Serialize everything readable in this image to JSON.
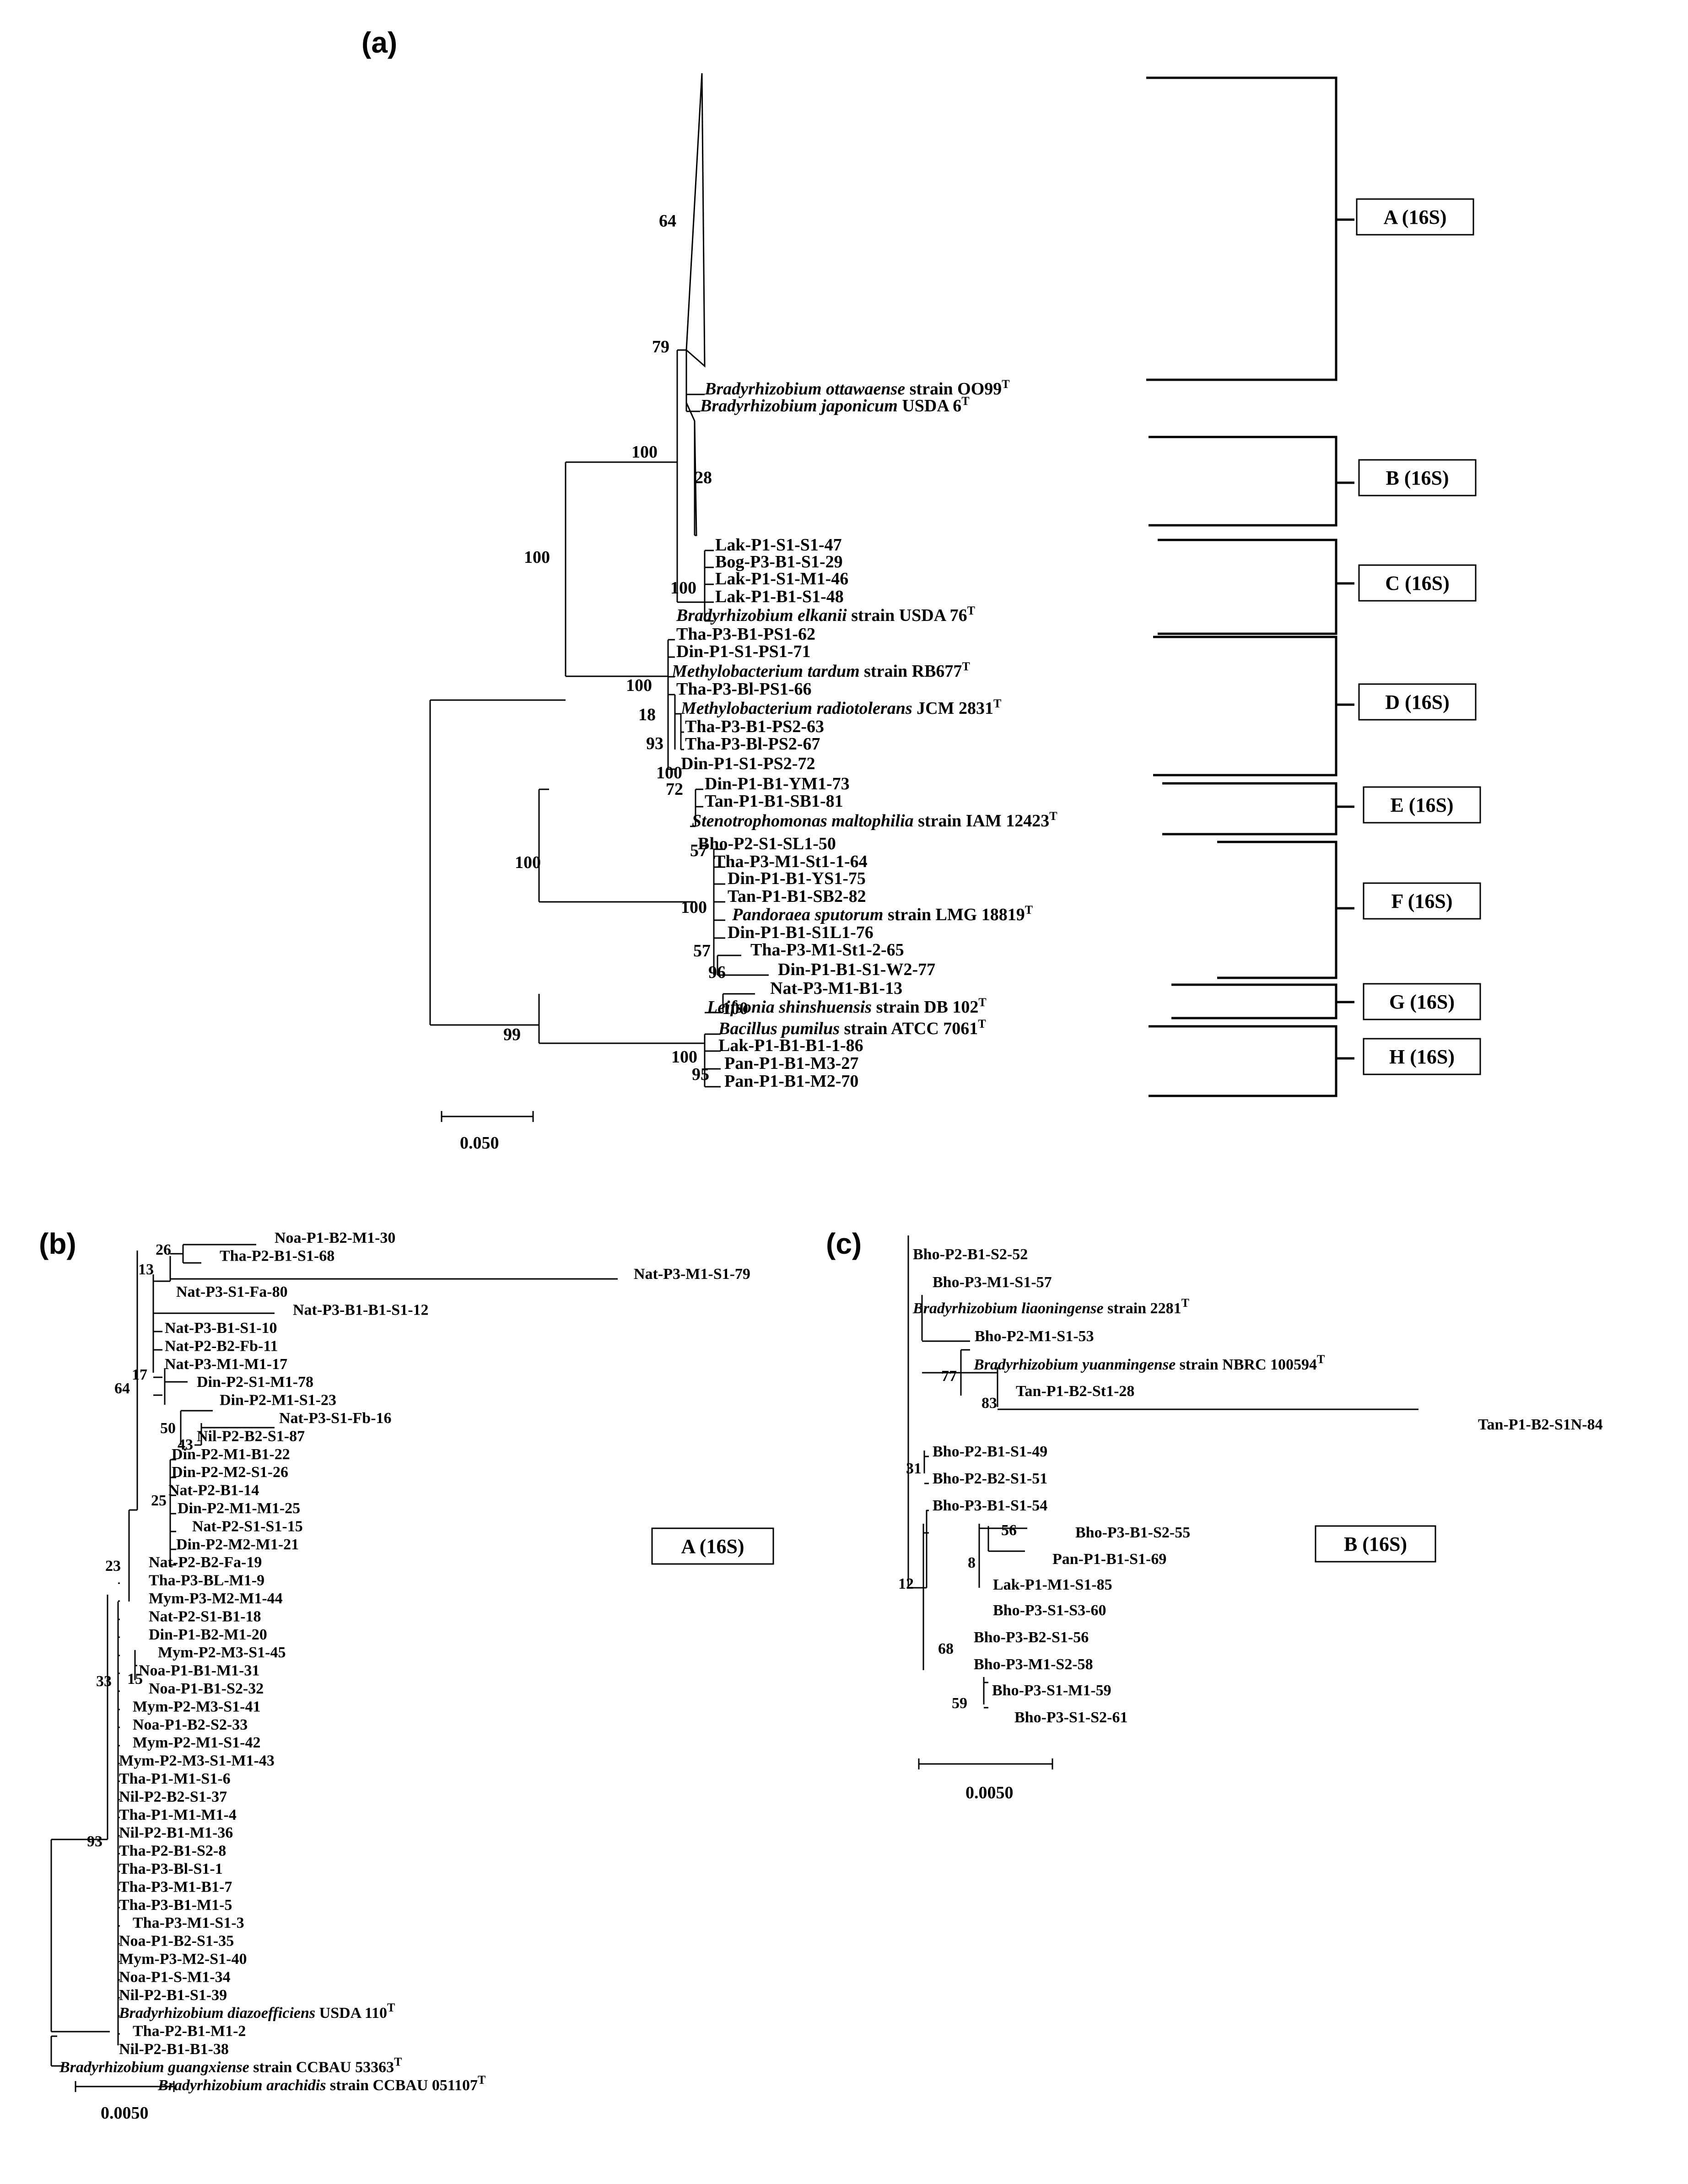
{
  "panels": [
    {
      "id": "a",
      "label": "(a)"
    },
    {
      "id": "b",
      "label": "(b)"
    },
    {
      "id": "c",
      "label": "(c)"
    }
  ],
  "scale_bars": {
    "a": "0.050",
    "b": "0.0050",
    "c": "0.0050"
  },
  "tree_a": {
    "clades": [
      "A (16S)",
      "B (16S)",
      "C (16S)",
      "D (16S)",
      "E (16S)",
      "F (16S)",
      "G (16S)",
      "H (16S)"
    ],
    "leaves": [
      {
        "it": "Bradyrhizobium ottawaense",
        "rest": " strain OO99",
        "sup": "T"
      },
      {
        "it": "Bradyrhizobium japonicum",
        "rest": " USDA 6",
        "sup": "T"
      },
      {
        "it": "",
        "rest": "Lak-P1-S1-S1-47",
        "sup": ""
      },
      {
        "it": "",
        "rest": "Bog-P3-B1-S1-29",
        "sup": ""
      },
      {
        "it": "",
        "rest": "Lak-P1-S1-M1-46",
        "sup": ""
      },
      {
        "it": "",
        "rest": "Lak-P1-B1-S1-48",
        "sup": ""
      },
      {
        "it": "Bradyrhizobium elkanii",
        "rest": " strain USDA 76",
        "sup": "T"
      },
      {
        "it": "",
        "rest": "Tha-P3-B1-PS1-62",
        "sup": ""
      },
      {
        "it": "",
        "rest": "Din-P1-S1-PS1-71",
        "sup": ""
      },
      {
        "it": "Methylobacterium tardum",
        "rest": " strain RB677",
        "sup": "T"
      },
      {
        "it": "",
        "rest": "Tha-P3-Bl-PS1-66",
        "sup": ""
      },
      {
        "it": "Methylobacterium radiotolerans",
        "rest": " JCM 2831",
        "sup": "T"
      },
      {
        "it": "",
        "rest": "Tha-P3-B1-PS2-63",
        "sup": ""
      },
      {
        "it": "",
        "rest": "Tha-P3-Bl-PS2-67",
        "sup": ""
      },
      {
        "it": "",
        "rest": "Din-P1-S1-PS2-72",
        "sup": ""
      },
      {
        "it": "",
        "rest": "Din-P1-B1-YM1-73",
        "sup": ""
      },
      {
        "it": "",
        "rest": "Tan-P1-B1-SB1-81",
        "sup": ""
      },
      {
        "it": "Stenotrophomonas maltophilia",
        "rest": " strain IAM 12423",
        "sup": "T"
      },
      {
        "it": "",
        "rest": "Bho-P2-S1-SL1-50",
        "sup": ""
      },
      {
        "it": "",
        "rest": "Tha-P3-M1-St1-1-64",
        "sup": ""
      },
      {
        "it": "",
        "rest": "Din-P1-B1-YS1-75",
        "sup": ""
      },
      {
        "it": "",
        "rest": "Tan-P1-B1-SB2-82",
        "sup": ""
      },
      {
        "it": "Pandoraea sputorum",
        "rest": " strain LMG 18819",
        "sup": "T"
      },
      {
        "it": "",
        "rest": "Din-P1-B1-S1L1-76",
        "sup": ""
      },
      {
        "it": "",
        "rest": "Tha-P3-M1-St1-2-65",
        "sup": ""
      },
      {
        "it": "",
        "rest": "Din-P1-B1-S1-W2-77",
        "sup": ""
      },
      {
        "it": "",
        "rest": "Nat-P3-M1-B1-13",
        "sup": ""
      },
      {
        "it": "Leifsonia shinshuensis",
        "rest": " strain DB 102",
        "sup": "T"
      },
      {
        "it": "Bacillus pumilus",
        "rest": " strain ATCC 7061",
        "sup": "T"
      },
      {
        "it": "",
        "rest": "Lak-P1-B1-B1-1-86",
        "sup": ""
      },
      {
        "it": "",
        "rest": "Pan-P1-B1-M3-27",
        "sup": ""
      },
      {
        "it": "",
        "rest": "Pan-P1-B1-M2-70",
        "sup": ""
      }
    ],
    "bootstrap": [
      "64",
      "79",
      "100",
      "28",
      "100",
      "100",
      "100",
      "18",
      "93",
      "72",
      "100",
      "100",
      "57",
      "100",
      "57",
      "96",
      "100",
      "99",
      "100",
      "95"
    ]
  },
  "tree_b": {
    "clade": "A (16S)",
    "leaves": [
      {
        "it": "",
        "rest": "Noa-P1-B2-M1-30",
        "sup": ""
      },
      {
        "it": "",
        "rest": "Tha-P2-B1-S1-68",
        "sup": ""
      },
      {
        "it": "",
        "rest": "Nat-P3-M1-S1-79",
        "sup": ""
      },
      {
        "it": "",
        "rest": "Nat-P3-S1-Fa-80",
        "sup": ""
      },
      {
        "it": "",
        "rest": "Nat-P3-B1-B1-S1-12",
        "sup": ""
      },
      {
        "it": "",
        "rest": "Nat-P3-B1-S1-10",
        "sup": ""
      },
      {
        "it": "",
        "rest": "Nat-P2-B2-Fb-11",
        "sup": ""
      },
      {
        "it": "",
        "rest": "Nat-P3-M1-M1-17",
        "sup": ""
      },
      {
        "it": "",
        "rest": "Din-P2-S1-M1-78",
        "sup": ""
      },
      {
        "it": "",
        "rest": "Din-P2-M1-S1-23",
        "sup": ""
      },
      {
        "it": "",
        "rest": "Nat-P3-S1-Fb-16",
        "sup": ""
      },
      {
        "it": "",
        "rest": "Nil-P2-B2-S1-87",
        "sup": ""
      },
      {
        "it": "",
        "rest": "Din-P2-M1-B1-22",
        "sup": ""
      },
      {
        "it": "",
        "rest": "Din-P2-M2-S1-26",
        "sup": ""
      },
      {
        "it": "",
        "rest": "Nat-P2-B1-14",
        "sup": ""
      },
      {
        "it": "",
        "rest": "Din-P2-M1-M1-25",
        "sup": ""
      },
      {
        "it": "",
        "rest": "Nat-P2-S1-S1-15",
        "sup": ""
      },
      {
        "it": "",
        "rest": "Din-P2-M2-M1-21",
        "sup": ""
      },
      {
        "it": "",
        "rest": "Nat-P2-B2-Fa-19",
        "sup": ""
      },
      {
        "it": "",
        "rest": "Tha-P3-BL-M1-9",
        "sup": ""
      },
      {
        "it": "",
        "rest": "Mym-P3-M2-M1-44",
        "sup": ""
      },
      {
        "it": "",
        "rest": "Nat-P2-S1-B1-18",
        "sup": ""
      },
      {
        "it": "",
        "rest": "Din-P1-B2-M1-20",
        "sup": ""
      },
      {
        "it": "",
        "rest": "Mym-P2-M3-S1-45",
        "sup": ""
      },
      {
        "it": "",
        "rest": "Noa-P1-B1-M1-31",
        "sup": ""
      },
      {
        "it": "",
        "rest": "Noa-P1-B1-S2-32",
        "sup": ""
      },
      {
        "it": "",
        "rest": "Mym-P2-M3-S1-41",
        "sup": ""
      },
      {
        "it": "",
        "rest": "Noa-P1-B2-S2-33",
        "sup": ""
      },
      {
        "it": "",
        "rest": "Mym-P2-M1-S1-42",
        "sup": ""
      },
      {
        "it": "",
        "rest": "Mym-P2-M3-S1-M1-43",
        "sup": ""
      },
      {
        "it": "",
        "rest": "Tha-P1-M1-S1-6",
        "sup": ""
      },
      {
        "it": "",
        "rest": "Nil-P2-B2-S1-37",
        "sup": ""
      },
      {
        "it": "",
        "rest": "Tha-P1-M1-M1-4",
        "sup": ""
      },
      {
        "it": "",
        "rest": "Nil-P2-B1-M1-36",
        "sup": ""
      },
      {
        "it": "",
        "rest": "Tha-P2-B1-S2-8",
        "sup": ""
      },
      {
        "it": "",
        "rest": "Tha-P3-Bl-S1-1",
        "sup": ""
      },
      {
        "it": "",
        "rest": "Tha-P3-M1-B1-7",
        "sup": ""
      },
      {
        "it": "",
        "rest": "Tha-P3-B1-M1-5",
        "sup": ""
      },
      {
        "it": "",
        "rest": "Tha-P3-M1-S1-3",
        "sup": ""
      },
      {
        "it": "",
        "rest": "Noa-P1-B2-S1-35",
        "sup": ""
      },
      {
        "it": "",
        "rest": "Mym-P3-M2-S1-40",
        "sup": ""
      },
      {
        "it": "",
        "rest": "Noa-P1-S-M1-34",
        "sup": ""
      },
      {
        "it": "",
        "rest": "Nil-P2-B1-S1-39",
        "sup": ""
      },
      {
        "it": "Bradyrhizobium diazoefficiens",
        "rest": " USDA 110",
        "sup": "T"
      },
      {
        "it": "",
        "rest": "Tha-P2-B1-M1-2",
        "sup": ""
      },
      {
        "it": "",
        "rest": "Nil-P2-B1-B1-38",
        "sup": ""
      },
      {
        "it": "Bradyrhizobium guangxiense",
        "rest": " strain CCBAU 53363",
        "sup": "T"
      },
      {
        "it": "Bradyrhizobium arachidis",
        "rest": " strain CCBAU 051107",
        "sup": "T"
      }
    ],
    "bootstrap": [
      "26",
      "13",
      "17",
      "64",
      "50",
      "43",
      "25",
      "23",
      "33",
      "15",
      "93"
    ]
  },
  "tree_c": {
    "clade": "B (16S)",
    "leaves": [
      {
        "it": "",
        "rest": "Bho-P2-B1-S2-52",
        "sup": ""
      },
      {
        "it": "",
        "rest": "Bho-P3-M1-S1-57",
        "sup": ""
      },
      {
        "it": "Bradyrhizobium liaoningense",
        "rest": " strain 2281",
        "sup": "T"
      },
      {
        "it": "",
        "rest": "Bho-P2-M1-S1-53",
        "sup": ""
      },
      {
        "it": "Bradyrhizobium yuanmingense",
        "rest": " strain NBRC 100594",
        "sup": "T"
      },
      {
        "it": "",
        "rest": "Tan-P1-B2-St1-28",
        "sup": ""
      },
      {
        "it": "",
        "rest": "Tan-P1-B2-S1N-84",
        "sup": ""
      },
      {
        "it": "",
        "rest": "Bho-P2-B1-S1-49",
        "sup": ""
      },
      {
        "it": "",
        "rest": "Bho-P2-B2-S1-51",
        "sup": ""
      },
      {
        "it": "",
        "rest": "Bho-P3-B1-S1-54",
        "sup": ""
      },
      {
        "it": "",
        "rest": "Bho-P3-B1-S2-55",
        "sup": ""
      },
      {
        "it": "",
        "rest": "Pan-P1-B1-S1-69",
        "sup": ""
      },
      {
        "it": "",
        "rest": "Lak-P1-M1-S1-85",
        "sup": ""
      },
      {
        "it": "",
        "rest": "Bho-P3-S1-S3-60",
        "sup": ""
      },
      {
        "it": "",
        "rest": "Bho-P3-B2-S1-56",
        "sup": ""
      },
      {
        "it": "",
        "rest": "Bho-P3-M1-S2-58",
        "sup": ""
      },
      {
        "it": "",
        "rest": "Bho-P3-S1-M1-59",
        "sup": ""
      },
      {
        "it": "",
        "rest": "Bho-P3-S1-S2-61",
        "sup": ""
      }
    ],
    "bootstrap": [
      "77",
      "83",
      "31",
      "56",
      "8",
      "12",
      "68",
      "59"
    ]
  }
}
